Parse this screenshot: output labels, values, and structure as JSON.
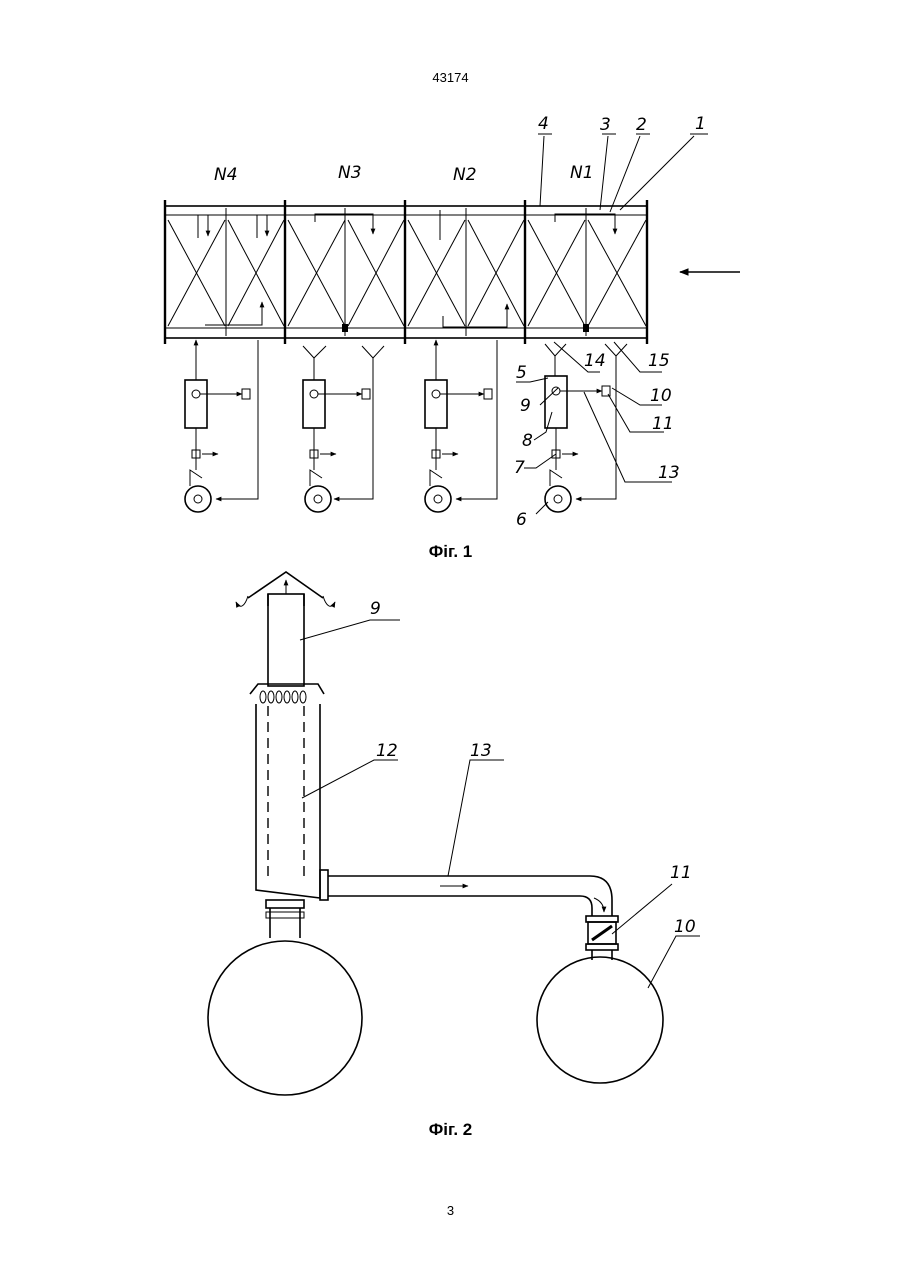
{
  "page": {
    "header_number": "43174",
    "footer_number": "3"
  },
  "figure1": {
    "caption": "Фіг. 1",
    "sections": [
      "N4",
      "N3",
      "N2",
      "N1"
    ],
    "callouts": [
      "1",
      "2",
      "3",
      "4",
      "5",
      "6",
      "7",
      "8",
      "9",
      "10",
      "11",
      "13",
      "14",
      "15"
    ]
  },
  "figure2": {
    "caption": "Фіг. 2",
    "callouts": [
      "9",
      "12",
      "13",
      "11",
      "10"
    ]
  }
}
